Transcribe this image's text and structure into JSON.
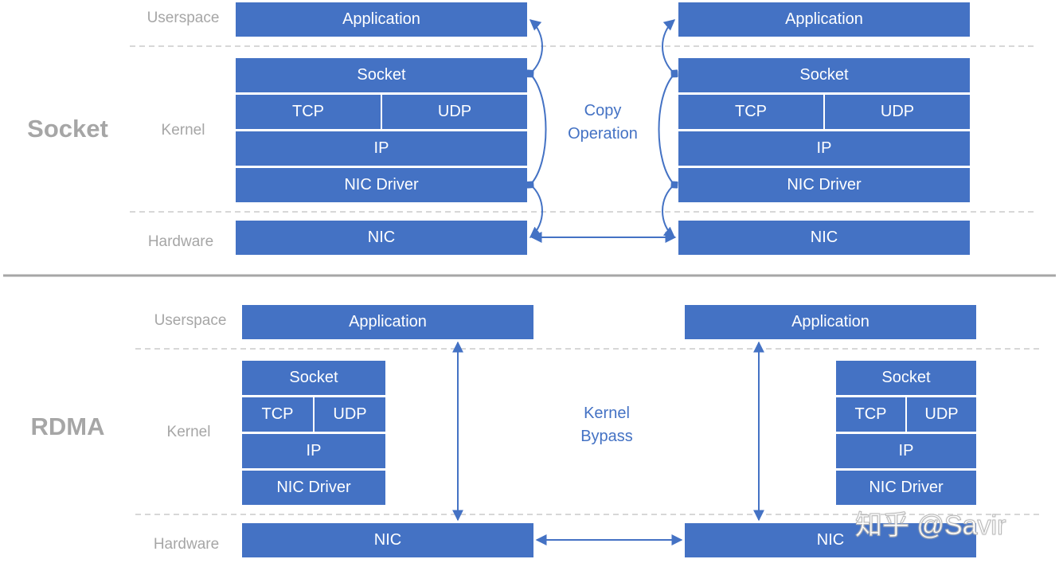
{
  "colors": {
    "box_fill": "#4472c4",
    "label_gray": "#a6a6a6",
    "arrow": "#4472c4",
    "divider": "#bfbfbf"
  },
  "socket_section": {
    "title": "Socket",
    "layers": {
      "userspace": "Userspace",
      "kernel": "Kernel",
      "hardware": "Hardware"
    },
    "left_stack": {
      "application": "Application",
      "socket": "Socket",
      "tcp": "TCP",
      "udp": "UDP",
      "ip": "IP",
      "nic_driver": "NIC Driver",
      "nic": "NIC"
    },
    "right_stack": {
      "application": "Application",
      "socket": "Socket",
      "tcp": "TCP",
      "udp": "UDP",
      "ip": "IP",
      "nic_driver": "NIC Driver",
      "nic": "NIC"
    },
    "note": [
      "Copy",
      "Operation"
    ]
  },
  "rdma_section": {
    "title": "RDMA",
    "layers": {
      "userspace": "Userspace",
      "kernel": "Kernel",
      "hardware": "Hardware"
    },
    "left_stack": {
      "application": "Application",
      "socket": "Socket",
      "tcp": "TCP",
      "udp": "UDP",
      "ip": "IP",
      "nic_driver": "NIC Driver",
      "nic": "NIC"
    },
    "right_stack": {
      "application": "Application",
      "socket": "Socket",
      "tcp": "TCP",
      "udp": "UDP",
      "ip": "IP",
      "nic_driver": "NIC Driver",
      "nic": "NIC"
    },
    "note": [
      "Kernel",
      "Bypass"
    ]
  },
  "watermark": "知乎 @Savir"
}
